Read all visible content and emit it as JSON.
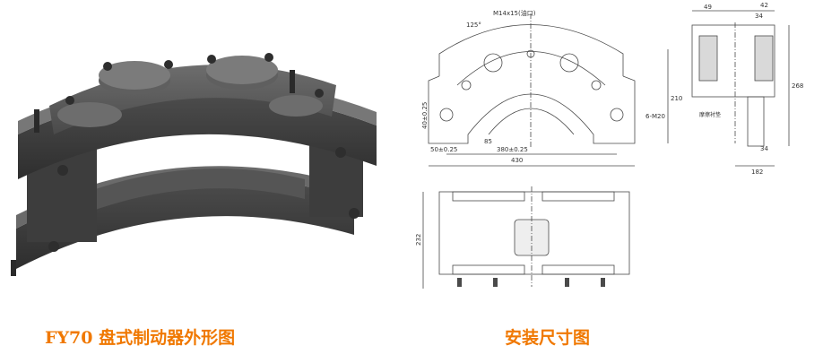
{
  "captions": {
    "left": "FY70 盘式制动器外形图",
    "right": "安装尺寸图"
  },
  "drawing": {
    "front_view": {
      "callout_thread": "M14x15(油口)",
      "callout_bolts": "6-M20",
      "callout_angle": "125°",
      "dim_width_total": "430",
      "dim_width_holes": "380±0.25",
      "dim_edge": "50±0.25",
      "dim_height": "210",
      "dim_left_vertical": "40±0.25",
      "dim_inner": "85"
    },
    "side_view": {
      "dim_top_left": "49",
      "dim_top_right": "34",
      "dim_top_small": "42",
      "dim_height": "268",
      "dim_bottom_small": "34",
      "dim_bottom": "182",
      "label_pad": "摩擦衬垫"
    },
    "top_view": {
      "dim_height": "232"
    }
  },
  "colors": {
    "caption": "#f07800",
    "line": "#4a4a4a",
    "metal_dark": "#3f3f3f",
    "metal_mid": "#5b5b5b",
    "metal_light": "#7a7a7a"
  }
}
